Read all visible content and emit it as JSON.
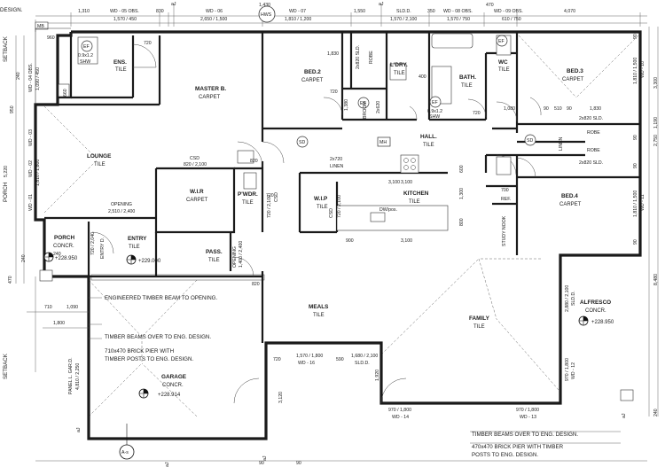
{
  "edge_text": {
    "design": "DESIGN.",
    "setback_top": "SETBACK",
    "setback_bottom": "SETBACK",
    "porch_side": "PORCH",
    "porch_dim": "5,220",
    "side_950": "950",
    "side_240": "240",
    "side_470": "470"
  },
  "top_dims": [
    {
      "id": "t1",
      "label": "1,310"
    },
    {
      "id": "t2",
      "label": "WD - 05 OBS."
    },
    {
      "id": "t3",
      "label": "1,570 / 450"
    },
    {
      "id": "t4",
      "label": "830"
    },
    {
      "id": "t5",
      "label": "WD - 06"
    },
    {
      "id": "t6",
      "label": "2,650 / 1,500"
    },
    {
      "id": "t7",
      "label": "1,430"
    },
    {
      "id": "t8",
      "label": "HWS"
    },
    {
      "id": "t9",
      "label": "WD - 07"
    },
    {
      "id": "t10",
      "label": "1,810 / 1,200"
    },
    {
      "id": "t11",
      "label": "1,550"
    },
    {
      "id": "t12",
      "label": "SLD.D."
    },
    {
      "id": "t13",
      "label": "1,570 / 2,100"
    },
    {
      "id": "t14",
      "label": "350"
    },
    {
      "id": "t15",
      "label": "WD - 08 OBS."
    },
    {
      "id": "t16",
      "label": "1,570 / 750"
    },
    {
      "id": "t17",
      "label": "470"
    },
    {
      "id": "t18",
      "label": "WD - 09 OBS."
    },
    {
      "id": "t19",
      "label": "610 / 750"
    },
    {
      "id": "t20",
      "label": "4,070"
    },
    {
      "id": "t21",
      "label": "aJ"
    },
    {
      "id": "t22",
      "label": "aJ"
    },
    {
      "id": "t23",
      "label": "MB"
    }
  ],
  "rooms": [
    {
      "id": "ens",
      "name": "ENS.",
      "sub": "TILE"
    },
    {
      "id": "master",
      "name": "MASTER B.",
      "sub": "CARPET"
    },
    {
      "id": "bed2",
      "name": "BED.2",
      "sub": "CARPET"
    },
    {
      "id": "ldry",
      "name": "L'DRY.",
      "sub": "TILE"
    },
    {
      "id": "bath",
      "name": "BATH.",
      "sub": "TILE"
    },
    {
      "id": "wc",
      "name": "WC",
      "sub": "TILE"
    },
    {
      "id": "bed3",
      "name": "BED.3",
      "sub": "CARPET"
    },
    {
      "id": "lounge",
      "name": "LOUNGE",
      "sub": "TILE"
    },
    {
      "id": "wir",
      "name": "W.I.R",
      "sub": "CARPET"
    },
    {
      "id": "pwdr",
      "name": "P'WDR.",
      "sub": "TILE"
    },
    {
      "id": "hall",
      "name": "HALL.",
      "sub": "TILE"
    },
    {
      "id": "wip",
      "name": "W.I.P",
      "sub": "TILE"
    },
    {
      "id": "kitchen",
      "name": "KITCHEN",
      "sub": "TILE"
    },
    {
      "id": "bed4",
      "name": "BED.4",
      "sub": "CARPET"
    },
    {
      "id": "porch",
      "name": "PORCH",
      "sub": "CONCR."
    },
    {
      "id": "entry",
      "name": "ENTRY",
      "sub": "TILE"
    },
    {
      "id": "pass",
      "name": "PASS.",
      "sub": "TILE"
    },
    {
      "id": "meals",
      "name": "MEALS",
      "sub": "TILE"
    },
    {
      "id": "family",
      "name": "FAMILY",
      "sub": "TILE"
    },
    {
      "id": "alfresco",
      "name": "ALFRESCO",
      "sub": "CONCR."
    },
    {
      "id": "garage",
      "name": "GARAGE",
      "sub": "CONCR."
    }
  ],
  "levels": [
    {
      "id": "lv_porch",
      "label": "+228.950"
    },
    {
      "id": "lv_entry",
      "label": "+229.000"
    },
    {
      "id": "lv_alfresco",
      "label": "+228.950"
    },
    {
      "id": "lv_garage",
      "label": "+228.914"
    }
  ],
  "small_labels": [
    {
      "id": "s1",
      "label": "720"
    },
    {
      "id": "s2",
      "label": "1,830"
    },
    {
      "id": "s3",
      "label": "2x820 SLD."
    },
    {
      "id": "s4",
      "label": "ROBE"
    },
    {
      "id": "s5",
      "label": "0.9x1.2"
    },
    {
      "id": "s6",
      "label": "SHW"
    },
    {
      "id": "s7",
      "label": "400"
    },
    {
      "id": "s8",
      "label": "1,380"
    },
    {
      "id": "s9",
      "label": "BROOM"
    },
    {
      "id": "s10",
      "label": "2x620"
    },
    {
      "id": "s11",
      "label": "720"
    },
    {
      "id": "s12",
      "label": "0.9x1.2"
    },
    {
      "id": "s13",
      "label": "SHW"
    },
    {
      "id": "s14",
      "label": "720"
    },
    {
      "id": "s15",
      "label": "1,080"
    },
    {
      "id": "s16",
      "label": "90"
    },
    {
      "id": "s17",
      "label": "510"
    },
    {
      "id": "s18",
      "label": "90"
    },
    {
      "id": "s19",
      "label": "1,830"
    },
    {
      "id": "s20",
      "label": "2x820 SLD."
    },
    {
      "id": "s21",
      "label": "ROBE"
    },
    {
      "id": "s22",
      "label": "ROBE"
    },
    {
      "id": "s23",
      "label": "2x820 SLD."
    },
    {
      "id": "s24",
      "label": "LINEN"
    },
    {
      "id": "s25",
      "label": "960"
    },
    {
      "id": "s26",
      "label": "660"
    },
    {
      "id": "s27",
      "label": "CSD"
    },
    {
      "id": "s28",
      "label": "820 / 2,100"
    },
    {
      "id": "s29",
      "label": "820"
    },
    {
      "id": "s30",
      "label": "OPENING"
    },
    {
      "id": "s31",
      "label": "2,510 / 2,400"
    },
    {
      "id": "s32",
      "label": "2x720"
    },
    {
      "id": "s33",
      "label": "LINEN"
    },
    {
      "id": "s34",
      "label": "3,100"
    },
    {
      "id": "s35",
      "label": "DW/pos."
    },
    {
      "id": "s36",
      "label": "900"
    },
    {
      "id": "s37",
      "label": "3,100"
    },
    {
      "id": "s38",
      "label": "600"
    },
    {
      "id": "s39",
      "label": "1,300"
    },
    {
      "id": "s40",
      "label": "800"
    },
    {
      "id": "s41",
      "label": "700"
    },
    {
      "id": "s42",
      "label": "REF."
    },
    {
      "id": "s43",
      "label": "STUDY NOOK"
    },
    {
      "id": "s44",
      "label": "OPENING"
    },
    {
      "id": "s45",
      "label": "1,400 / 2,400"
    },
    {
      "id": "s46",
      "label": "820"
    },
    {
      "id": "s47",
      "label": "720"
    },
    {
      "id": "s48",
      "label": "CSD"
    },
    {
      "id": "s49",
      "label": "720 / 2,100"
    },
    {
      "id": "s50",
      "label": "CSD"
    },
    {
      "id": "s51",
      "label": "720 / 2,100"
    },
    {
      "id": "s52",
      "label": "1,570 / 1,800"
    },
    {
      "id": "s53",
      "label": "WD - 16"
    },
    {
      "id": "s54",
      "label": "720"
    },
    {
      "id": "s55",
      "label": "590"
    },
    {
      "id": "s56",
      "label": "1,680 / 2,100"
    },
    {
      "id": "s57",
      "label": "SLD.D."
    },
    {
      "id": "s58",
      "label": "1,920"
    },
    {
      "id": "s59",
      "label": "3,120"
    },
    {
      "id": "s60",
      "label": "970 / 1,800"
    },
    {
      "id": "s61",
      "label": "WD - 14"
    },
    {
      "id": "s62",
      "label": "970 / 1,800"
    },
    {
      "id": "s63",
      "label": "WD - 13"
    },
    {
      "id": "s64",
      "label": "2,880 / 2,100"
    },
    {
      "id": "s65",
      "label": "SLD.D."
    },
    {
      "id": "s66",
      "label": "970 / 1,800"
    },
    {
      "id": "s67",
      "label": "WD - 12"
    },
    {
      "id": "s68",
      "label": "710"
    },
    {
      "id": "s69",
      "label": "1,090"
    },
    {
      "id": "s70",
      "label": "1,800"
    },
    {
      "id": "s71",
      "label": "PANEL L. GAR.D."
    },
    {
      "id": "s72",
      "label": "4,810 / 2,250"
    },
    {
      "id": "s73",
      "label": "720 / 2,040"
    },
    {
      "id": "s74",
      "label": "ENTRY D."
    },
    {
      "id": "s75",
      "label": "90"
    },
    {
      "id": "s76",
      "label": "90"
    },
    {
      "id": "s77",
      "label": "240"
    },
    {
      "id": "s78",
      "label": "8,480"
    },
    {
      "id": "s79",
      "label": "1,810 / 1,500"
    },
    {
      "id": "s80",
      "label": "WD - 10"
    },
    {
      "id": "s81",
      "label": "1,810 / 1,500"
    },
    {
      "id": "s82",
      "label": "WD - 11"
    },
    {
      "id": "s83",
      "label": "3,300"
    },
    {
      "id": "s84",
      "label": "1,190"
    },
    {
      "id": "s85",
      "label": "2,750"
    },
    {
      "id": "s86",
      "label": "90"
    },
    {
      "id": "s87",
      "label": "90"
    },
    {
      "id": "s88",
      "label": "3,100"
    },
    {
      "id": "s89",
      "label": "aJ"
    },
    {
      "id": "s90",
      "label": "aJ"
    },
    {
      "id": "s91",
      "label": "aJ"
    },
    {
      "id": "s92",
      "label": "aJ"
    },
    {
      "id": "s93",
      "label": "A-s"
    },
    {
      "id": "s94",
      "label": "WD - 04 OBS."
    },
    {
      "id": "s95",
      "label": "1,090 / 450"
    },
    {
      "id": "s96",
      "label": "WD - 03"
    },
    {
      "id": "s97",
      "label": "WD - 02"
    },
    {
      "id": "s98",
      "label": "WD - 01"
    },
    {
      "id": "s99",
      "label": "1,810 / 1,800"
    }
  ],
  "badges": [
    {
      "id": "ef1",
      "label": "EF"
    },
    {
      "id": "ef2",
      "label": "EF"
    },
    {
      "id": "ef3",
      "label": "EF"
    },
    {
      "id": "ef4",
      "label": "EF"
    },
    {
      "id": "sd1",
      "label": "SD"
    },
    {
      "id": "sd2",
      "label": "SD"
    },
    {
      "id": "mh",
      "label": "MH"
    }
  ],
  "notes": {
    "n1": "ENGINEERED TIMBER BEAM TO OPENING.",
    "n2": "TIMBER BEAMS OVER TO ENG. DESIGN.",
    "n3": "710x470 BRICK PIER WITH",
    "n4": "TIMBER POSTS TO ENG. DESIGN.",
    "n5": "TIMBER BEAMS OVER TO ENG. DESIGN.",
    "n6": "470x470 BRICK PIER WITH TIMBER",
    "n7": "POSTS TO ENG. DESIGN.",
    "n8": "BRICK PIER",
    "n9": "DESIGN."
  }
}
